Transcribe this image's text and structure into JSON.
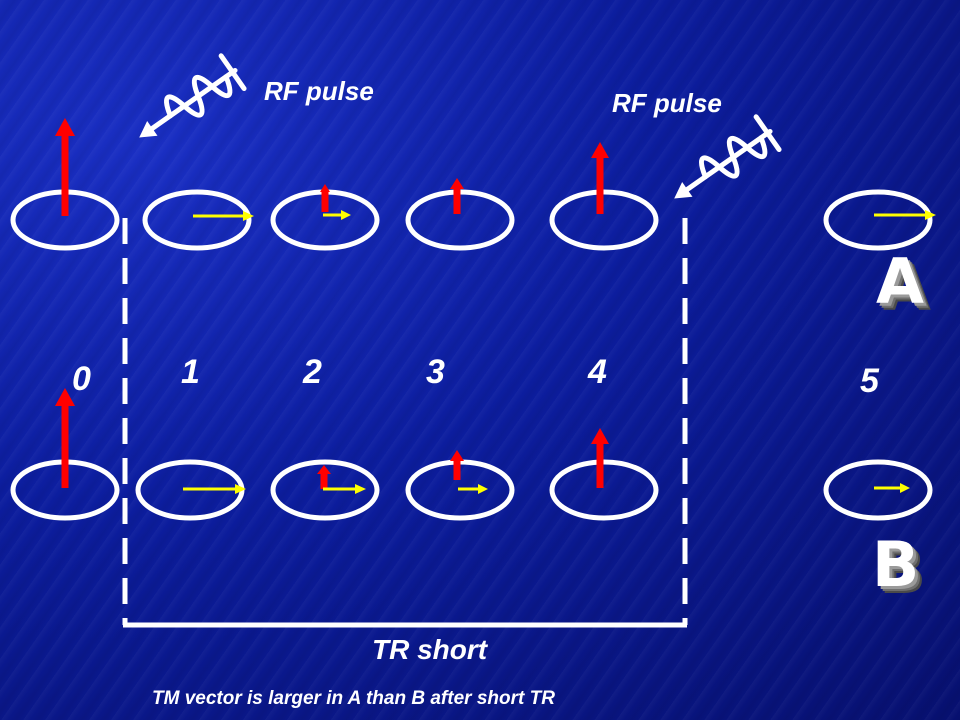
{
  "labels": {
    "rf_pulse_1": "RF pulse",
    "rf_pulse_2": "RF pulse",
    "tr_short": "TR short",
    "caption": "TM vector is larger in A than B after short TR",
    "row_a": "A",
    "row_b": "B",
    "steps": [
      "0",
      "1",
      "2",
      "3",
      "4",
      "5"
    ]
  },
  "colors": {
    "background": "#0a1a8c",
    "loop": "#ffffff",
    "longitudinal_vector": "#ff0000",
    "transverse_vector": "#ffff00",
    "rf_icon": "#ffffff"
  },
  "icons": [
    "rf-wave-arrow-icon",
    "rf-wave-arrow-icon"
  ]
}
